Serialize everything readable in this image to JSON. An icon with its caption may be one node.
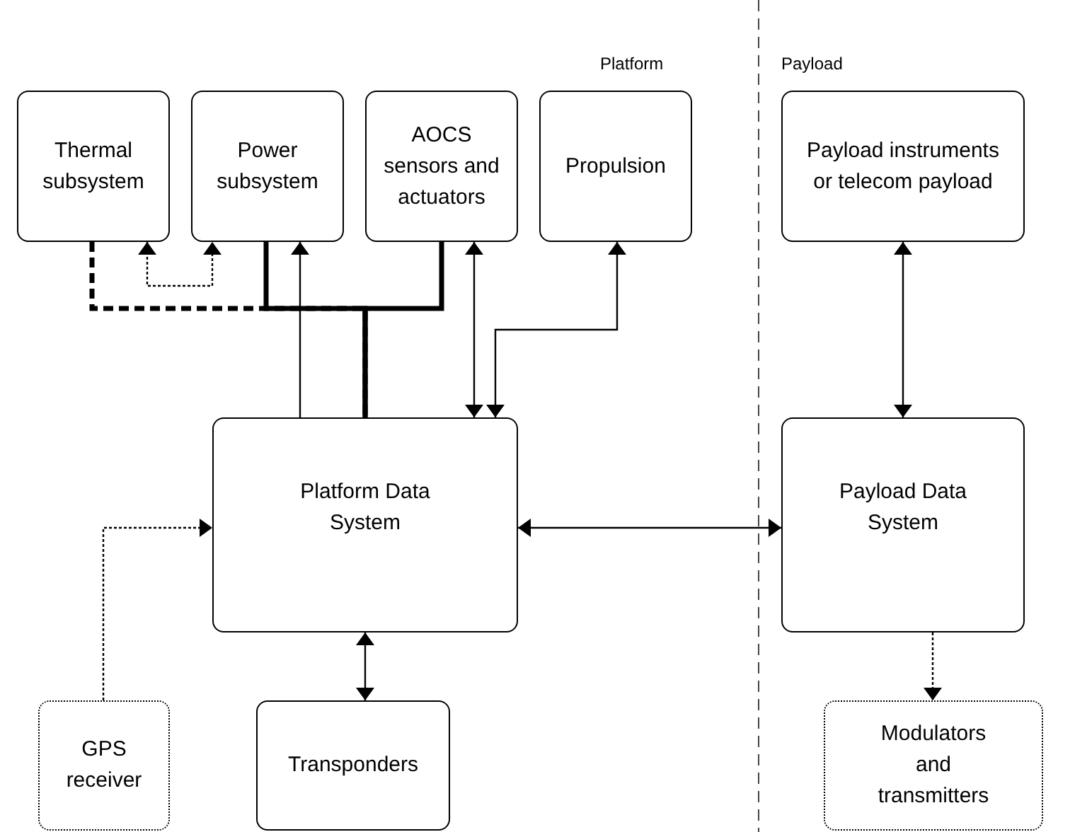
{
  "diagram": {
    "nodes": [
      {
        "text": [
          "Thermal subsystem"
        ]
      },
      {
        "text": [
          "Power subsystem"
        ]
      },
      {
        "text": [
          "AOCS sensors and actuators"
        ]
      },
      {
        "text": [
          "Propulsion"
        ]
      },
      {
        "text": [
          "Payload instruments or telecom payload"
        ]
      },
      {
        "text": [
          "Platform Data System"
        ]
      },
      {
        "text": [
          "Payload Data System"
        ]
      },
      {
        "text": [
          "GPS receiver"
        ]
      },
      {
        "text": [
          "Transponders"
        ]
      },
      {
        "text": [
          "Modulators and transmitters"
        ]
      }
    ],
    "edges": [
      {
        "from": 0,
        "to": 5,
        "arrow": "none",
        "style": "dashed"
      },
      {
        "from": 1,
        "to": 5,
        "arrow": "none",
        "style": "thick"
      },
      {
        "from": 2,
        "to": 5,
        "arrow": "none",
        "style": "thick"
      },
      {
        "from": 0,
        "to": 1,
        "arrow": "both",
        "style": "dashed"
      },
      {
        "from": 5,
        "to": 1,
        "arrow": "to"
      },
      {
        "from": 2,
        "to": 5,
        "arrow": "both"
      },
      {
        "from": 3,
        "to": 5,
        "arrow": "both"
      },
      {
        "from": 5,
        "to": 6,
        "arrow": "both"
      },
      {
        "from": 4,
        "to": 6,
        "arrow": "both"
      },
      {
        "from": 7,
        "to": 5,
        "arrow": "to",
        "style": "dashed"
      },
      {
        "from": 5,
        "to": 8,
        "arrow": "both"
      },
      {
        "from": 6,
        "to": 9,
        "arrow": "to",
        "style": "dashed"
      }
    ],
    "labels": [
      "Platform",
      "Payload"
    ]
  }
}
